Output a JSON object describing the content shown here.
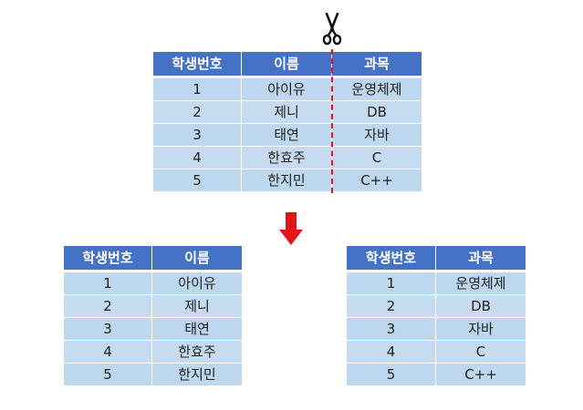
{
  "top_table": {
    "headers": [
      "학생번호",
      "이름",
      "과목"
    ],
    "rows": [
      [
        "1",
        "아이유",
        "운영체제"
      ],
      [
        "2",
        "제니",
        "DB"
      ],
      [
        "3",
        "태연",
        "자바"
      ],
      [
        "4",
        "한효주",
        "C"
      ],
      [
        "5",
        "한지민",
        "C++"
      ]
    ]
  },
  "left_table": {
    "headers": [
      "학생번호",
      "이름"
    ],
    "rows": [
      [
        "1",
        "아이유"
      ],
      [
        "2",
        "제니"
      ],
      [
        "3",
        "태연"
      ],
      [
        "4",
        "한효주"
      ],
      [
        "5",
        "한지민"
      ]
    ]
  },
  "right_table": {
    "headers": [
      "학생번호",
      "과목"
    ],
    "rows": [
      [
        "1",
        "운영체제"
      ],
      [
        "2",
        "DB"
      ],
      [
        "3",
        "자바"
      ],
      [
        "4",
        "C"
      ],
      [
        "5",
        "C++"
      ]
    ]
  },
  "colors": {
    "header_bg": "#4472c4",
    "cell_bg": "#bdd7ee",
    "cut_line": "#e0161a",
    "arrow": "#e0161a"
  },
  "icons": {
    "scissors": "scissors-icon",
    "arrow": "arrow-down-icon"
  }
}
